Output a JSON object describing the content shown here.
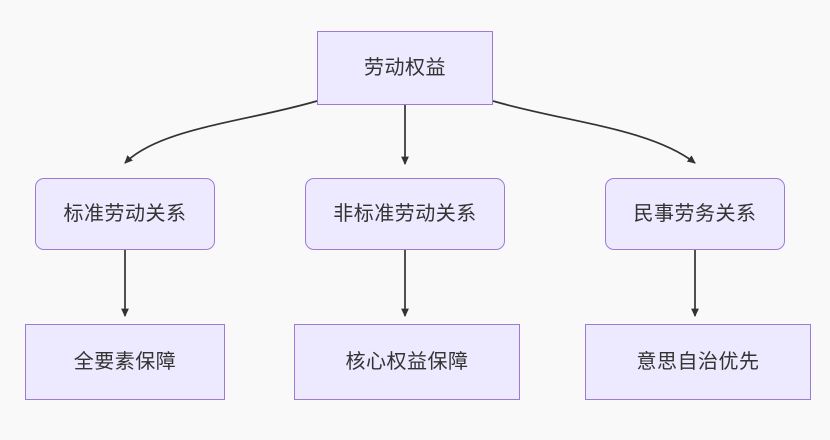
{
  "diagram": {
    "type": "flowchart",
    "orientation": "top-down",
    "background_color": "#faf9fa",
    "node_fill_color": "#ede9fe",
    "node_border_color": "#9f7ad4",
    "node_text_color": "#333333",
    "edge_color": "#333333",
    "root": {
      "id": "root",
      "label": "劳动权益"
    },
    "middle_nodes": [
      {
        "id": "mid-0",
        "label": "标准劳动关系"
      },
      {
        "id": "mid-1",
        "label": "非标准劳动关系"
      },
      {
        "id": "mid-2",
        "label": "民事劳务关系"
      }
    ],
    "leaf_nodes": [
      {
        "id": "leaf-0",
        "label": "全要素保障"
      },
      {
        "id": "leaf-1",
        "label": "核心权益保障"
      },
      {
        "id": "leaf-2",
        "label": "意思自治优先"
      }
    ],
    "edges": [
      {
        "from": "root",
        "to": "mid-0",
        "style": "curved",
        "arrow": "triangle"
      },
      {
        "from": "root",
        "to": "mid-1",
        "style": "straight",
        "arrow": "triangle"
      },
      {
        "from": "root",
        "to": "mid-2",
        "style": "curved",
        "arrow": "triangle"
      },
      {
        "from": "mid-0",
        "to": "leaf-0",
        "style": "straight",
        "arrow": "triangle"
      },
      {
        "from": "mid-1",
        "to": "leaf-1",
        "style": "straight",
        "arrow": "triangle"
      },
      {
        "from": "mid-2",
        "to": "leaf-2",
        "style": "straight",
        "arrow": "triangle"
      }
    ]
  }
}
